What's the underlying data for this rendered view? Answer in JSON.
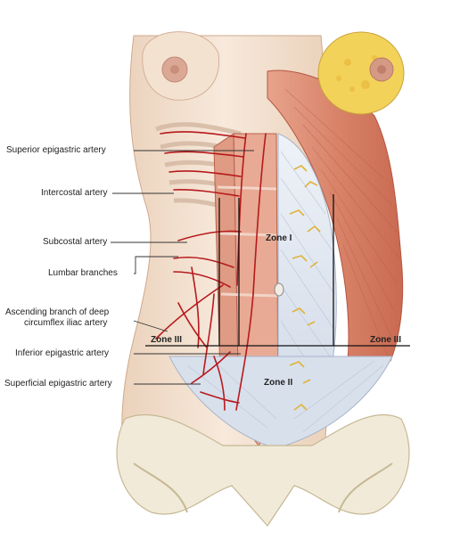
{
  "labels": {
    "superior_epigastric": "Superior epigastric artery",
    "intercostal": "Intercostal artery",
    "subcostal": "Subcostal artery",
    "lumbar": "Lumbar branches",
    "ascending_line1": "Ascending branch of deep",
    "ascending_line2": "circumflex iliac artery",
    "inferior_epigastric": "Inferior epigastric artery",
    "superficial_epigastric": "Superficial epigastric artery"
  },
  "zones": {
    "zone1": "Zone I",
    "zone2": "Zone II",
    "zone3_left": "Zone III",
    "zone3_right": "Zone III"
  },
  "colors": {
    "skin": "#f6e7d9",
    "skin_shadow": "#eacfb8",
    "muscle": "#d9846a",
    "muscle_dark": "#c1573f",
    "artery": "#b7191c",
    "fascia": "#dde4ef",
    "bone": "#efe9dc",
    "fat": "#f3d25a"
  }
}
